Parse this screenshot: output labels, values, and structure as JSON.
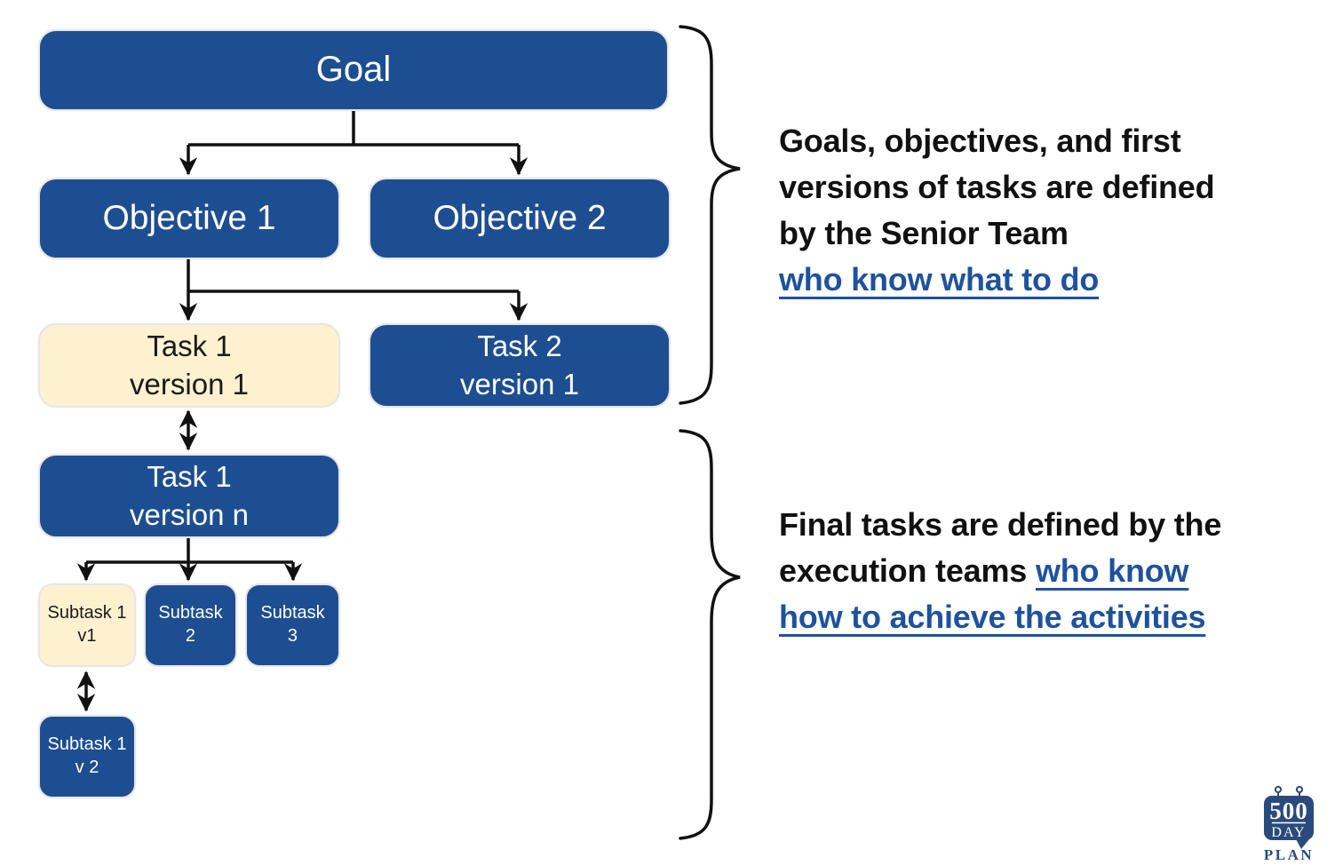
{
  "colors": {
    "box_blue": "#1d4e91",
    "box_cream": "#fdf1cf",
    "text_dark": "#1a1a1a",
    "text_light": "#ffffff",
    "link_blue": "#1e529e",
    "annotation_text": "#111111",
    "line_color": "#111111",
    "logo_navy": "#2b4a7c",
    "box_border": "#e6e6e6",
    "page_bg": "#ffffff"
  },
  "diagram": {
    "goal": {
      "label": "Goal"
    },
    "objective1": {
      "label": "Objective 1"
    },
    "objective2": {
      "label": "Objective 2"
    },
    "task1_v1": {
      "label": "Task 1\nversion 1"
    },
    "task2_v1": {
      "label": "Task 2\nversion 1"
    },
    "task1_vn": {
      "label": "Task 1\nversion n"
    },
    "subtask1_v1": {
      "label": "Subtask 1\nv1"
    },
    "subtask2": {
      "label": "Subtask\n2"
    },
    "subtask3": {
      "label": "Subtask\n3"
    },
    "subtask1_v2": {
      "label": "Subtask 1\nv 2"
    }
  },
  "annotations": [
    {
      "lines": [
        "Goals, objectives, and first",
        "versions of tasks are defined",
        "by the Senior Team",
        "who know what to do"
      ]
    },
    {
      "segments": [
        "Final tasks are defined by the",
        "execution teams",
        "who know",
        "how to achieve the activities"
      ]
    }
  ],
  "logo": {
    "number": "500",
    "word1": "DAY",
    "word2": "PLAN"
  }
}
